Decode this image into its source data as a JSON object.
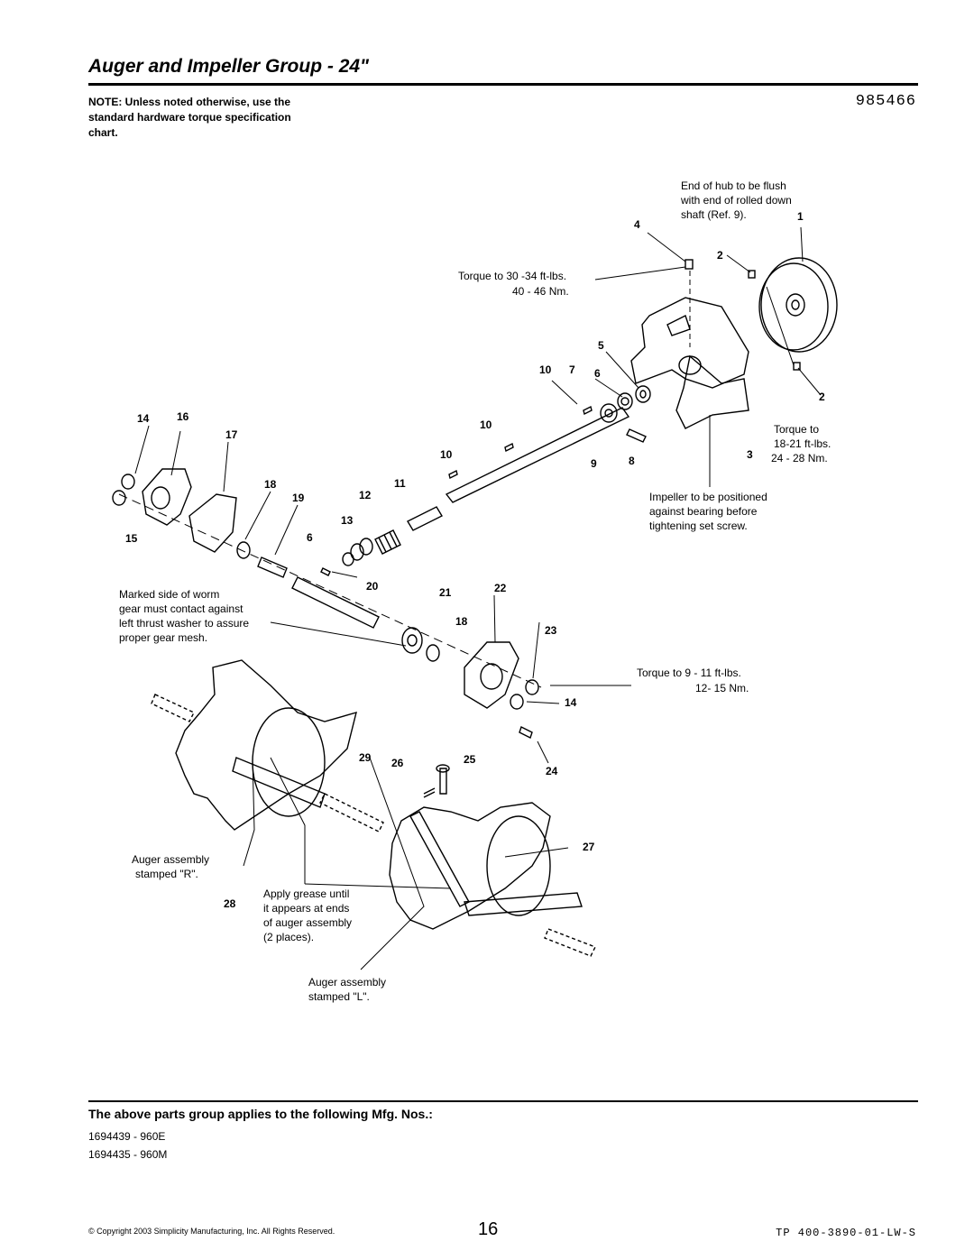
{
  "header": {
    "title": "Auger and Impeller Group - 24\"",
    "doc_number": "985466"
  },
  "note": {
    "text": "NOTE: Unless noted otherwise, use the standard hardware torque specification chart."
  },
  "callouts": {
    "hub_flush_1": "End of hub to be flush",
    "hub_flush_2": "with end of rolled down",
    "hub_flush_3": "shaft (Ref. 9).",
    "torque_top_1": "Torque to 30 -34 ft-lbs.",
    "torque_top_2": "40 - 46 Nm.",
    "torque_right_1": "Torque to",
    "torque_right_2": "18-21 ft-lbs.",
    "torque_right_3": "24 - 28 Nm.",
    "impeller_1": "Impeller to be positioned",
    "impeller_2": "against bearing before",
    "impeller_3": "tightening set screw.",
    "worm_1": "Marked side of worm",
    "worm_2": "gear must contact against",
    "worm_3": "left thrust washer to assure",
    "worm_4": "proper gear mesh.",
    "torque_gear_1": "Torque to 9 - 11 ft-lbs.",
    "torque_gear_2": "12- 15 Nm.",
    "auger_r_1": "Auger assembly",
    "auger_r_2": "stamped \"R\".",
    "grease_1": "Apply grease until",
    "grease_2": "it appears at ends",
    "grease_3": "of auger assembly",
    "grease_4": "(2 places).",
    "auger_l_1": "Auger assembly",
    "auger_l_2": "stamped \"L\"."
  },
  "part_numbers": {
    "p1": "1",
    "p2a": "2",
    "p2b": "2",
    "p3": "3",
    "p4": "4",
    "p5": "5",
    "p6a": "6",
    "p6b": "6",
    "p7": "7",
    "p8": "8",
    "p9": "9",
    "p10a": "10",
    "p10b": "10",
    "p10c": "10",
    "p11": "11",
    "p12": "12",
    "p13": "13",
    "p14a": "14",
    "p14b": "14",
    "p15": "15",
    "p16": "16",
    "p17": "17",
    "p18a": "18",
    "p18b": "18",
    "p19": "19",
    "p20": "20",
    "p21": "21",
    "p22": "22",
    "p23": "23",
    "p24": "24",
    "p25": "25",
    "p26": "26",
    "p27": "27",
    "p28": "28",
    "p29": "29"
  },
  "applies": {
    "heading": "The above parts group applies to the following Mfg. Nos.:"
  },
  "mfg_numbers": [
    "1694439 - 960E",
    "1694435 - 960M"
  ],
  "footer": {
    "copyright": "© Copyright 2003 Simplicity Manufacturing, Inc. All Rights Reserved.",
    "page": "16",
    "tp": "TP 400-3890-01-LW-S"
  }
}
